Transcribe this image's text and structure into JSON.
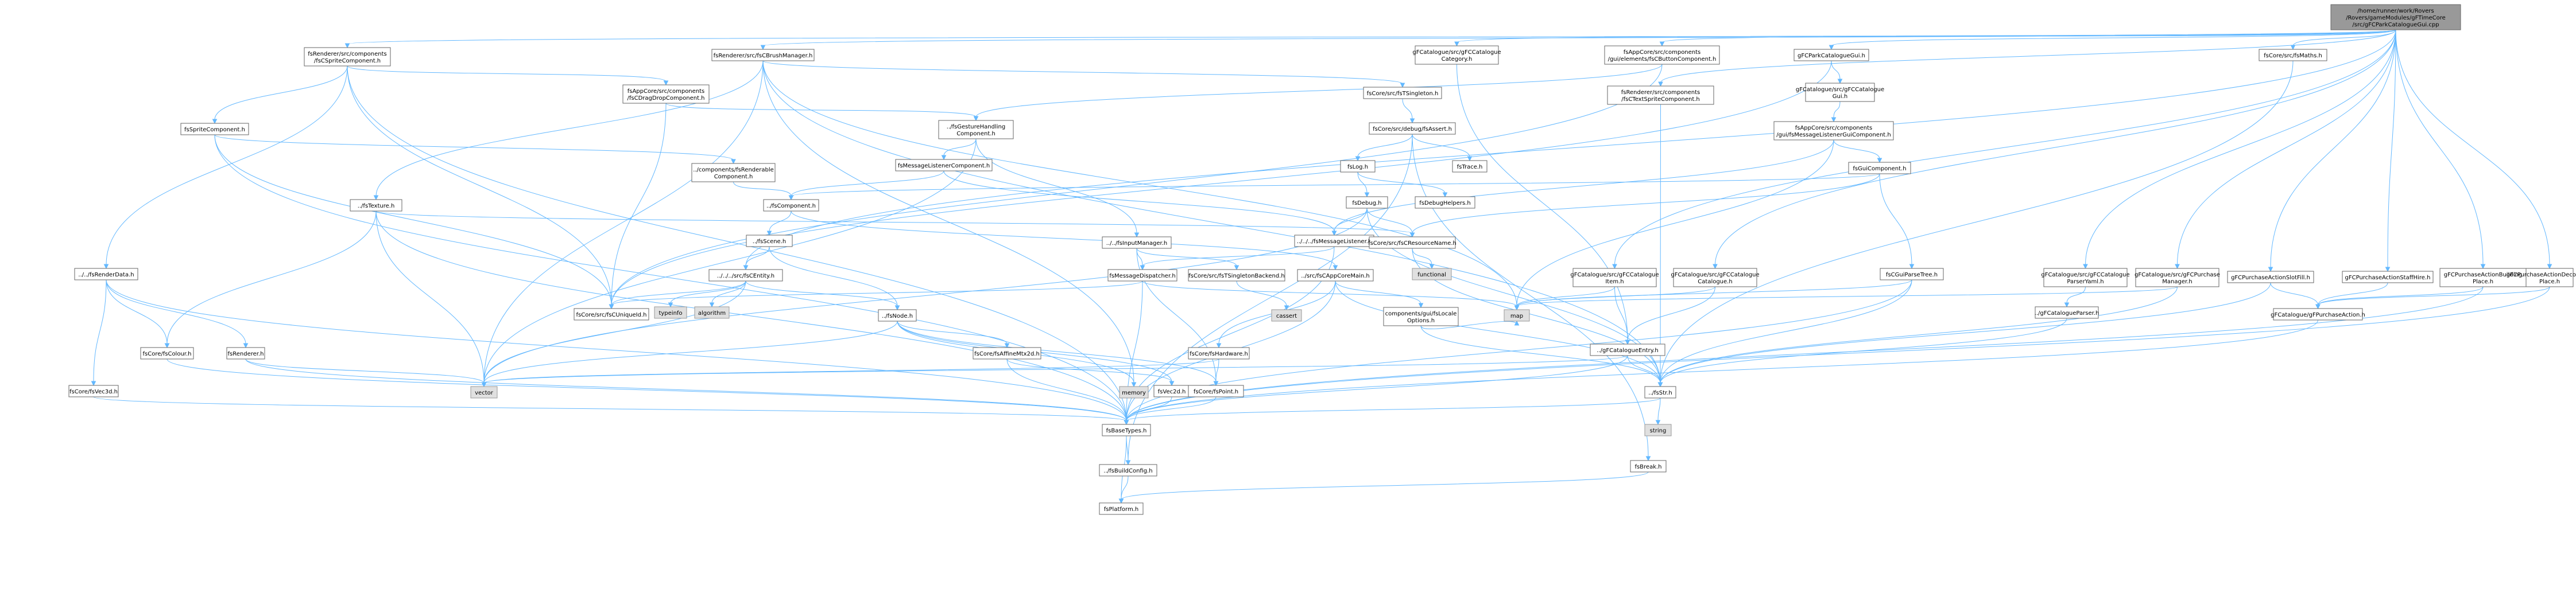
{
  "graph": {
    "nodes": [
      {
        "id": "root",
        "kind": "root",
        "lines": [
          "/home/runner/work/Rovers",
          "/Rovers/gameModules/gFTimeCore",
          "/src/gFCParkCatalogueGui.cpp"
        ]
      },
      {
        "id": "spriteComponent_h",
        "lines": [
          "fsRenderer/src/components",
          "/fsCSpriteComponent.h"
        ]
      },
      {
        "id": "brushManager_h",
        "lines": [
          "fsRenderer/src/fsCBrushManager.h"
        ]
      },
      {
        "id": "catalogueCategory_h",
        "lines": [
          "gFCatalogue/src/gFCCatalogue",
          "Category.h"
        ]
      },
      {
        "id": "buttonComponent_h",
        "lines": [
          "fsAppCore/src/components",
          "/gui/elements/fsCButtonComponent.h"
        ]
      },
      {
        "id": "parkCatalogueGui_h",
        "lines": [
          "gFCParkCatalogueGui.h"
        ]
      },
      {
        "id": "fsMaths_h",
        "lines": [
          "fsCore/src/fsMaths.h"
        ]
      },
      {
        "id": "dragDropComponent_h",
        "lines": [
          "fsAppCore/src/components",
          "/fsCDragDropComponent.h"
        ]
      },
      {
        "id": "fsTSingleton_h",
        "lines": [
          "fsCore/src/fsTSingleton.h"
        ]
      },
      {
        "id": "textSpriteComponent_h",
        "lines": [
          "fsRenderer/src/components",
          "/fsCTextSpriteComponent.h"
        ]
      },
      {
        "id": "catalogueGui_h",
        "lines": [
          "gFCatalogue/src/gFCCatalogue",
          "Gui.h"
        ]
      },
      {
        "id": "fsSpriteComponent_h",
        "lines": [
          "fsSpriteComponent.h"
        ]
      },
      {
        "id": "gestureHandling_h",
        "lines": [
          "../fsGestureHandling",
          "Component.h"
        ]
      },
      {
        "id": "fsAssert_h",
        "lines": [
          "fsCore/src/debug/fsAssert.h"
        ]
      },
      {
        "id": "messageListenerGui_h",
        "lines": [
          "fsAppCore/src/components",
          "/gui/fsMessageListenerGuiComponent.h"
        ]
      },
      {
        "id": "renderableComponent_h",
        "lines": [
          "../components/fsRenderable",
          "Component.h"
        ]
      },
      {
        "id": "messageListenerComponent_h",
        "lines": [
          "fsMessageListenerComponent.h"
        ]
      },
      {
        "id": "fsLog_h",
        "lines": [
          "fsLog.h"
        ]
      },
      {
        "id": "fsTrace_h",
        "lines": [
          "fsTrace.h"
        ]
      },
      {
        "id": "fsGuiComponent_h",
        "lines": [
          "fsGuiComponent.h"
        ]
      },
      {
        "id": "fsTexture_h",
        "lines": [
          "../fsTexture.h"
        ]
      },
      {
        "id": "fsComponent_h",
        "lines": [
          "../fsComponent.h"
        ]
      },
      {
        "id": "fsDebug_h",
        "lines": [
          "fsDebug.h"
        ]
      },
      {
        "id": "fsDebugHelpers_h",
        "lines": [
          "fsDebugHelpers.h"
        ]
      },
      {
        "id": "fsScene_h",
        "lines": [
          "../fsScene.h"
        ]
      },
      {
        "id": "fsInputManager_h",
        "lines": [
          "../../fsInputManager.h"
        ]
      },
      {
        "id": "fsMessageListener_h",
        "lines": [
          "../../../fsMessageListener.h"
        ]
      },
      {
        "id": "fsResourceName_h",
        "lines": [
          "fsCore/src/fsCResourceName.h"
        ]
      },
      {
        "id": "functional",
        "kind": "ext",
        "lines": [
          "functional"
        ]
      },
      {
        "id": "fsRenderData_h",
        "lines": [
          "../../fsRenderData.h"
        ]
      },
      {
        "id": "fsEntity_h",
        "lines": [
          "../../../src/fsCEntity.h"
        ]
      },
      {
        "id": "fsMessageDispatcher_h",
        "lines": [
          "fsMessageDispatcher.h"
        ]
      },
      {
        "id": "fsTSingletonBackend_h",
        "lines": [
          "fsCore/src/fsTSingletonBackend.h"
        ]
      },
      {
        "id": "fsCAppCoreMain_h",
        "lines": [
          "../src/fsCAppCoreMain.h"
        ]
      },
      {
        "id": "catalogueItem_h",
        "lines": [
          "gFCatalogue/src/gFCCatalogue",
          "Item.h"
        ]
      },
      {
        "id": "catalogueCatalogue_h",
        "lines": [
          "gFCatalogue/src/gFCCatalogue",
          "Catalogue.h"
        ]
      },
      {
        "id": "fsCGuiParseTree_h",
        "lines": [
          "fsCGuiParseTree.h"
        ]
      },
      {
        "id": "catalogueParserYaml_h",
        "lines": [
          "gFCatalogue/src/gFCCatalogue",
          "ParserYaml.h"
        ]
      },
      {
        "id": "purchaseManager_h",
        "lines": [
          "gFCatalogue/src/gFCPurchase",
          "Manager.h"
        ]
      },
      {
        "id": "purchaseActionSlotFill_h",
        "lines": [
          "gFCPurchaseActionSlotFill.h"
        ]
      },
      {
        "id": "purchaseActionStaffHire_h",
        "lines": [
          "gFCPurchaseActionStaffHire.h"
        ]
      },
      {
        "id": "purchaseActionBuildingPlace_h",
        "lines": [
          "gFCPurchaseActionBuilding",
          "Place.h"
        ]
      },
      {
        "id": "purchaseActionDecorationPlace_h",
        "lines": [
          "gFCPurchaseActionDecoration",
          "Place.h"
        ]
      },
      {
        "id": "typeinfo",
        "kind": "ext",
        "lines": [
          "typeinfo"
        ]
      },
      {
        "id": "algorithm",
        "kind": "ext",
        "lines": [
          "algorithm"
        ]
      },
      {
        "id": "fsCUniqueId_h",
        "lines": [
          "fsCore/src/fsCUniqueId.h"
        ]
      },
      {
        "id": "fsNode_h",
        "lines": [
          "../fsNode.h"
        ]
      },
      {
        "id": "cassert",
        "kind": "ext",
        "lines": [
          "cassert"
        ]
      },
      {
        "id": "fsLocaleOptions_h",
        "lines": [
          "components/gui/fsLocale",
          "Options.h"
        ]
      },
      {
        "id": "map",
        "kind": "ext",
        "lines": [
          "map"
        ]
      },
      {
        "id": "catalogueEntry_h",
        "lines": [
          "../gFCatalogueEntry.h"
        ]
      },
      {
        "id": "catalogueParser_h",
        "lines": [
          "../gFCatalogueParser.h"
        ]
      },
      {
        "id": "purchaseAction_h",
        "lines": [
          "gFCatalogue/gFPurchaseAction.h"
        ]
      },
      {
        "id": "fsRenderer_h",
        "lines": [
          "fsRenderer.h"
        ]
      },
      {
        "id": "fsColour_h",
        "lines": [
          "fsCore/fsColour.h"
        ]
      },
      {
        "id": "fsAffineMtx2d_h",
        "lines": [
          "fsCore/fsAffineMtx2d.h"
        ]
      },
      {
        "id": "fsHardware_h",
        "lines": [
          "fsCore/fsHardware.h"
        ]
      },
      {
        "id": "fsVec3d_h",
        "lines": [
          "fsCore/fsVec3d.h"
        ]
      },
      {
        "id": "vector",
        "kind": "ext",
        "lines": [
          "vector"
        ]
      },
      {
        "id": "memory",
        "kind": "ext",
        "lines": [
          "memory"
        ]
      },
      {
        "id": "fsVec2d_h",
        "lines": [
          "fsVec2d.h"
        ]
      },
      {
        "id": "fsCorePoint_h",
        "lines": [
          "fsCore/fsPoint.h"
        ]
      },
      {
        "id": "fsStr_h",
        "lines": [
          "../fsStr.h"
        ]
      },
      {
        "id": "string",
        "kind": "ext",
        "lines": [
          "string"
        ]
      },
      {
        "id": "fsBaseTypes_h",
        "lines": [
          "fsBaseTypes.h"
        ]
      },
      {
        "id": "fsBreak_h",
        "lines": [
          "fsBreak.h"
        ]
      },
      {
        "id": "fsBuildConfig_h",
        "lines": [
          "../fsBuildConfig.h"
        ]
      },
      {
        "id": "fsPlatform_h",
        "lines": [
          "fsPlatform.h"
        ]
      }
    ],
    "edges": [
      [
        "root",
        "spriteComponent_h"
      ],
      [
        "root",
        "brushManager_h"
      ],
      [
        "root",
        "catalogueCategory_h"
      ],
      [
        "root",
        "buttonComponent_h"
      ],
      [
        "root",
        "parkCatalogueGui_h"
      ],
      [
        "root",
        "fsMaths_h"
      ],
      [
        "root",
        "textSpriteComponent_h"
      ],
      [
        "root",
        "catalogueItem_h"
      ],
      [
        "root",
        "catalogueCatalogue_h"
      ],
      [
        "root",
        "catalogueParserYaml_h"
      ],
      [
        "root",
        "purchaseManager_h"
      ],
      [
        "root",
        "purchaseActionSlotFill_h"
      ],
      [
        "root",
        "purchaseActionStaffHire_h"
      ],
      [
        "root",
        "purchaseActionBuildingPlace_h"
      ],
      [
        "root",
        "purchaseActionDecorationPlace_h"
      ],
      [
        "root",
        "fsEntity_h"
      ],
      [
        "spriteComponent_h",
        "dragDropComponent_h"
      ],
      [
        "spriteComponent_h",
        "fsSpriteComponent_h"
      ],
      [
        "spriteComponent_h",
        "fsRenderData_h"
      ],
      [
        "spriteComponent_h",
        "fsCUniqueId_h"
      ],
      [
        "spriteComponent_h",
        "fsBaseTypes_h"
      ],
      [
        "brushManager_h",
        "fsTSingleton_h"
      ],
      [
        "brushManager_h",
        "fsTexture_h"
      ],
      [
        "brushManager_h",
        "map"
      ],
      [
        "brushManager_h",
        "fsStr_h"
      ],
      [
        "brushManager_h",
        "memory"
      ],
      [
        "brushManager_h",
        "vector"
      ],
      [
        "catalogueCategory_h",
        "catalogueEntry_h"
      ],
      [
        "buttonComponent_h",
        "gestureHandling_h"
      ],
      [
        "buttonComponent_h",
        "fsCUniqueId_h"
      ],
      [
        "parkCatalogueGui_h",
        "catalogueGui_h"
      ],
      [
        "parkCatalogueGui_h",
        "fsCUniqueId_h"
      ],
      [
        "fsMaths_h",
        "fsStr_h"
      ],
      [
        "dragDropComponent_h",
        "gestureHandling_h"
      ],
      [
        "dragDropComponent_h",
        "fsCUniqueId_h"
      ],
      [
        "fsTSingleton_h",
        "fsAssert_h"
      ],
      [
        "textSpriteComponent_h",
        "fsStr_h"
      ],
      [
        "catalogueGui_h",
        "messageListenerGui_h"
      ],
      [
        "fsSpriteComponent_h",
        "renderableComponent_h"
      ],
      [
        "fsSpriteComponent_h",
        "fsCUniqueId_h"
      ],
      [
        "fsSpriteComponent_h",
        "fsBaseTypes_h"
      ],
      [
        "gestureHandling_h",
        "messageListenerComponent_h"
      ],
      [
        "gestureHandling_h",
        "fsInputManager_h"
      ],
      [
        "gestureHandling_h",
        "vector"
      ],
      [
        "fsAssert_h",
        "fsLog_h"
      ],
      [
        "fsAssert_h",
        "fsTrace_h"
      ],
      [
        "fsAssert_h",
        "fsBreak_h"
      ],
      [
        "fsAssert_h",
        "fsBuildConfig_h"
      ],
      [
        "messageListenerGui_h",
        "fsGuiComponent_h"
      ],
      [
        "messageListenerGui_h",
        "fsMessageListener_h"
      ],
      [
        "messageListenerGui_h",
        "map"
      ],
      [
        "renderableComponent_h",
        "fsComponent_h"
      ],
      [
        "messageListenerComponent_h",
        "fsComponent_h"
      ],
      [
        "messageListenerComponent_h",
        "fsMessageListener_h"
      ],
      [
        "fsLog_h",
        "fsDebug_h"
      ],
      [
        "fsLog_h",
        "fsDebugHelpers_h"
      ],
      [
        "fsGuiComponent_h",
        "fsComponent_h"
      ],
      [
        "fsGuiComponent_h",
        "fsCGuiParseTree_h"
      ],
      [
        "fsGuiComponent_h",
        "fsResourceName_h"
      ],
      [
        "fsTexture_h",
        "fsResourceName_h"
      ],
      [
        "fsTexture_h",
        "fsColour_h"
      ],
      [
        "fsTexture_h",
        "fsBaseTypes_h"
      ],
      [
        "fsTexture_h",
        "vector"
      ],
      [
        "fsComponent_h",
        "fsScene_h"
      ],
      [
        "fsComponent_h",
        "fsCAppCoreMain_h"
      ],
      [
        "fsDebug_h",
        "fsMessageListener_h"
      ],
      [
        "fsDebug_h",
        "fsResourceName_h"
      ],
      [
        "fsDebug_h",
        "fsStr_h"
      ],
      [
        "fsDebug_h",
        "vector"
      ],
      [
        "fsScene_h",
        "fsEntity_h"
      ],
      [
        "fsScene_h",
        "fsNode_h"
      ],
      [
        "fsInputManager_h",
        "fsMessageDispatcher_h"
      ],
      [
        "fsInputManager_h",
        "fsTSingletonBackend_h"
      ],
      [
        "fsInputManager_h",
        "fsCorePoint_h"
      ],
      [
        "fsMessageListener_h",
        "fsMessageDispatcher_h"
      ],
      [
        "fsMessageListener_h",
        "fsBaseTypes_h"
      ],
      [
        "fsResourceName_h",
        "functional"
      ],
      [
        "fsResourceName_h",
        "fsStr_h"
      ],
      [
        "fsRenderData_h",
        "fsRenderer_h"
      ],
      [
        "fsRenderData_h",
        "fsColour_h"
      ],
      [
        "fsRenderData_h",
        "fsVec3d_h"
      ],
      [
        "fsRenderData_h",
        "fsBaseTypes_h"
      ],
      [
        "fsEntity_h",
        "typeinfo"
      ],
      [
        "fsEntity_h",
        "algorithm"
      ],
      [
        "fsEntity_h",
        "fsCUniqueId_h"
      ],
      [
        "fsEntity_h",
        "fsNode_h"
      ],
      [
        "fsEntity_h",
        "vector"
      ],
      [
        "fsMessageDispatcher_h",
        "fsCUniqueId_h"
      ],
      [
        "fsMessageDispatcher_h",
        "map"
      ],
      [
        "fsMessageDispatcher_h",
        "fsBaseTypes_h"
      ],
      [
        "fsTSingletonBackend_h",
        "cassert"
      ],
      [
        "fsCAppCoreMain_h",
        "fsLocaleOptions_h"
      ],
      [
        "fsCAppCoreMain_h",
        "fsHardware_h"
      ],
      [
        "fsCAppCoreMain_h",
        "fsStr_h"
      ],
      [
        "fsCAppCoreMain_h",
        "fsBaseTypes_h"
      ],
      [
        "catalogueItem_h",
        "catalogueEntry_h"
      ],
      [
        "catalogueItem_h",
        "map"
      ],
      [
        "catalogueCatalogue_h",
        "catalogueEntry_h"
      ],
      [
        "catalogueCatalogue_h",
        "map"
      ],
      [
        "fsCGuiParseTree_h",
        "map"
      ],
      [
        "fsCGuiParseTree_h",
        "fsStr_h"
      ],
      [
        "fsCGuiParseTree_h",
        "fsBaseTypes_h"
      ],
      [
        "catalogueParserYaml_h",
        "catalogueParser_h"
      ],
      [
        "purchaseManager_h",
        "fsStr_h"
      ],
      [
        "purchaseManager_h",
        "map"
      ],
      [
        "purchaseActionSlotFill_h",
        "purchaseAction_h"
      ],
      [
        "purchaseActionSlotFill_h",
        "fsStr_h"
      ],
      [
        "purchaseActionStaffHire_h",
        "purchaseAction_h"
      ],
      [
        "purchaseActionBuildingPlace_h",
        "purchaseAction_h"
      ],
      [
        "purchaseActionBuildingPlace_h",
        "fsBaseTypes_h"
      ],
      [
        "purchaseActionDecorationPlace_h",
        "purchaseAction_h"
      ],
      [
        "purchaseActionDecorationPlace_h",
        "fsBaseTypes_h"
      ],
      [
        "fsNode_h",
        "fsAffineMtx2d_h"
      ],
      [
        "fsNode_h",
        "fsVec2d_h"
      ],
      [
        "fsNode_h",
        "fsCorePoint_h"
      ],
      [
        "fsNode_h",
        "vector"
      ],
      [
        "fsNode_h",
        "memory"
      ],
      [
        "fsLocaleOptions_h",
        "map"
      ],
      [
        "fsLocaleOptions_h",
        "fsStr_h"
      ],
      [
        "catalogueEntry_h",
        "fsStr_h"
      ],
      [
        "catalogueEntry_h",
        "vector"
      ],
      [
        "catalogueEntry_h",
        "fsBaseTypes_h"
      ],
      [
        "catalogueParser_h",
        "fsStr_h"
      ],
      [
        "purchaseAction_h",
        "fsBaseTypes_h"
      ],
      [
        "fsRenderer_h",
        "fsBaseTypes_h"
      ],
      [
        "fsRenderer_h",
        "vector"
      ],
      [
        "fsColour_h",
        "fsBaseTypes_h"
      ],
      [
        "fsAffineMtx2d_h",
        "fsVec2d_h"
      ],
      [
        "fsAffineMtx2d_h",
        "fsBaseTypes_h"
      ],
      [
        "fsHardware_h",
        "fsCorePoint_h"
      ],
      [
        "fsHardware_h",
        "vector"
      ],
      [
        "fsVec3d_h",
        "fsBaseTypes_h"
      ],
      [
        "fsVec2d_h",
        "fsBaseTypes_h"
      ],
      [
        "fsCorePoint_h",
        "fsBaseTypes_h"
      ],
      [
        "fsStr_h",
        "string"
      ],
      [
        "fsStr_h",
        "fsBaseTypes_h"
      ],
      [
        "fsBaseTypes_h",
        "fsBuildConfig_h"
      ],
      [
        "fsBaseTypes_h",
        "fsPlatform_h"
      ],
      [
        "fsBreak_h",
        "fsPlatform_h"
      ],
      [
        "fsBuildConfig_h",
        "fsPlatform_h"
      ]
    ]
  }
}
